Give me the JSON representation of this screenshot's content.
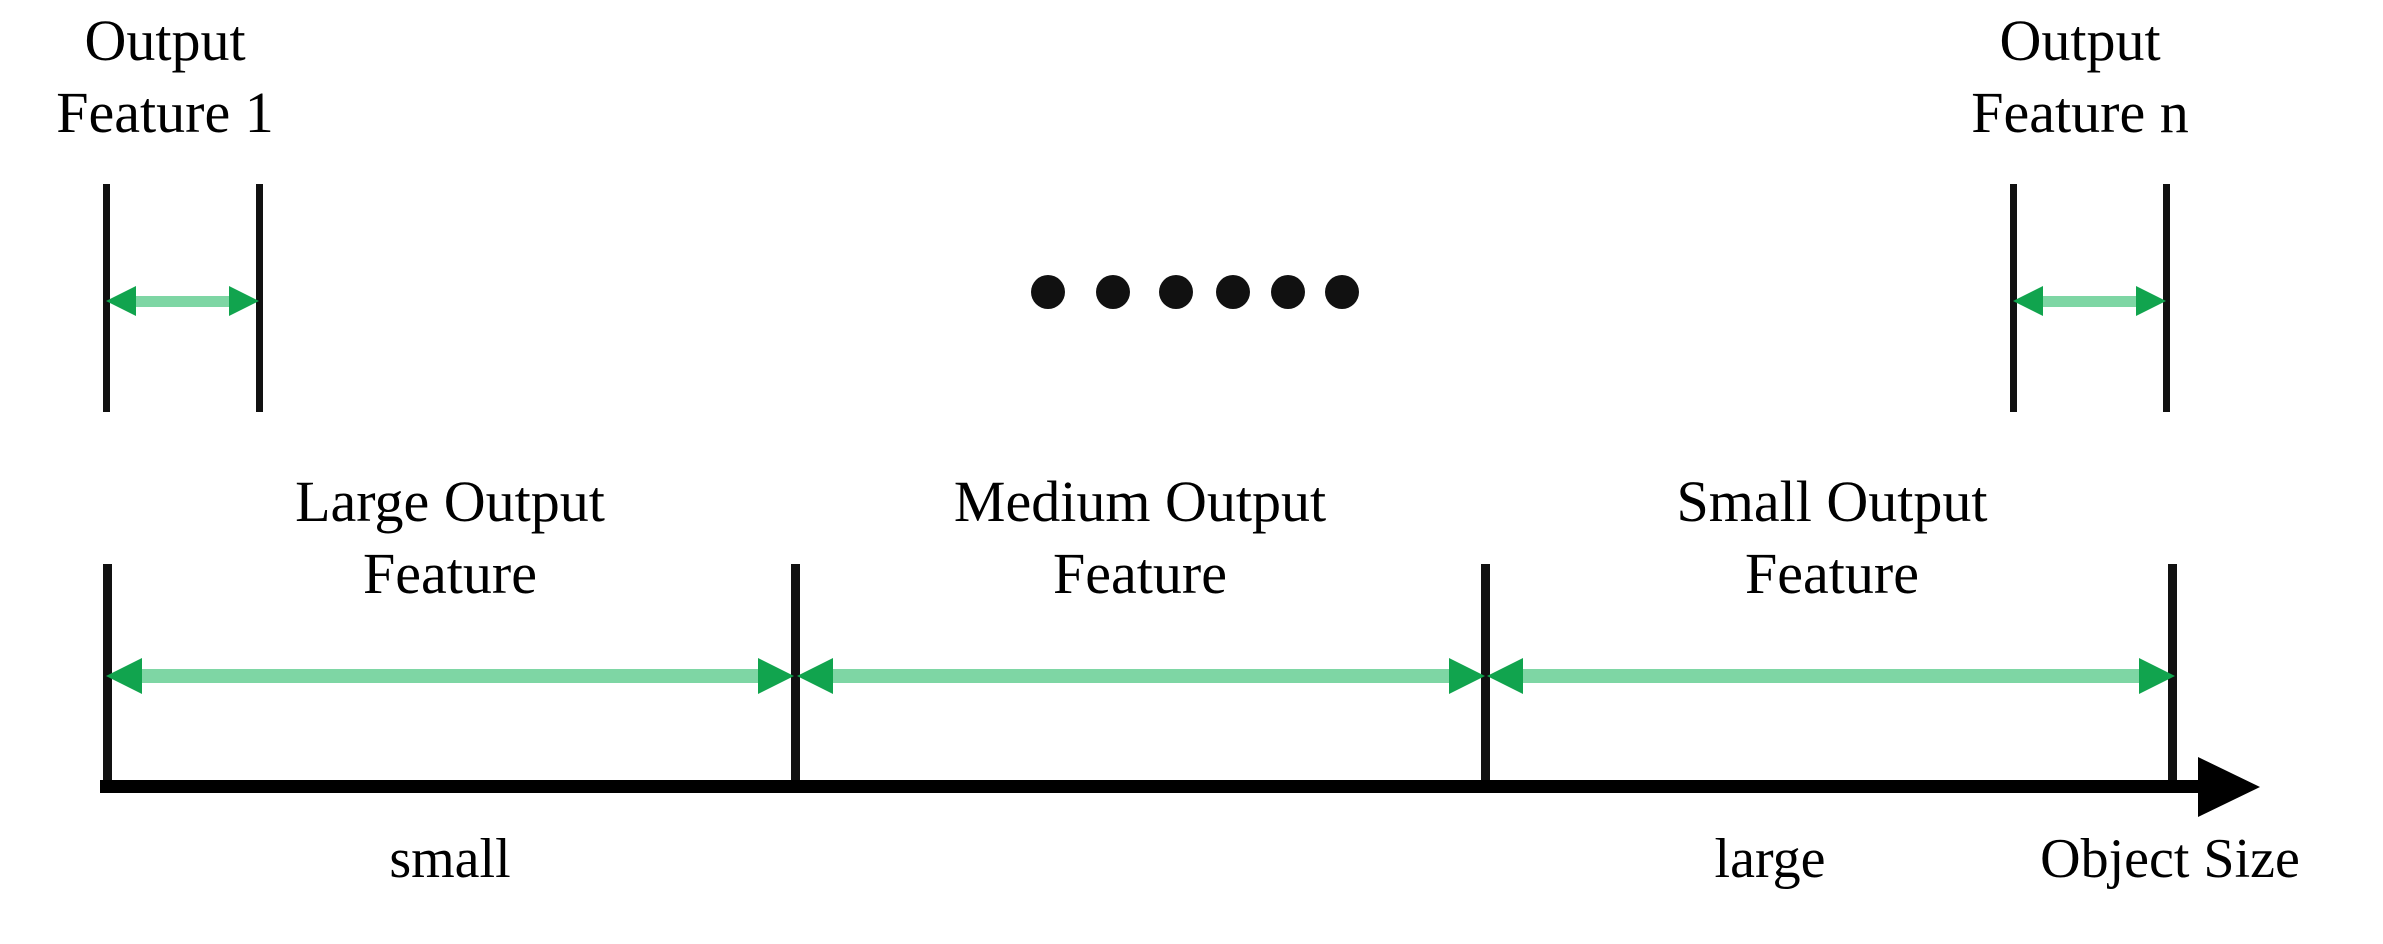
{
  "diagram": {
    "title_hidden": "Object size to output feature mapping",
    "top_features": [
      {
        "name": "output-feature-1",
        "line1": "Output",
        "line2": "Feature 1"
      },
      {
        "name": "output-feature-n",
        "line1": "Output",
        "line2": "Feature n"
      }
    ],
    "ellipsis": {
      "label": "......",
      "dot_count": 6
    },
    "segments": [
      {
        "name": "large-output-feature",
        "line1": "Large Output",
        "line2": "Feature"
      },
      {
        "name": "medium-output-feature",
        "line1": "Medium Output",
        "line2": "Feature"
      },
      {
        "name": "small-output-feature",
        "line1": "Small Output",
        "line2": "Feature"
      }
    ],
    "axis": {
      "label": "Object Size",
      "min_label": "small",
      "max_label": "large"
    },
    "colors": {
      "arrow_shaft": "#7ED6A4",
      "arrow_head": "#11A44E",
      "line": "#111111",
      "axis": "#000000",
      "background": "#FFFFFF"
    }
  }
}
